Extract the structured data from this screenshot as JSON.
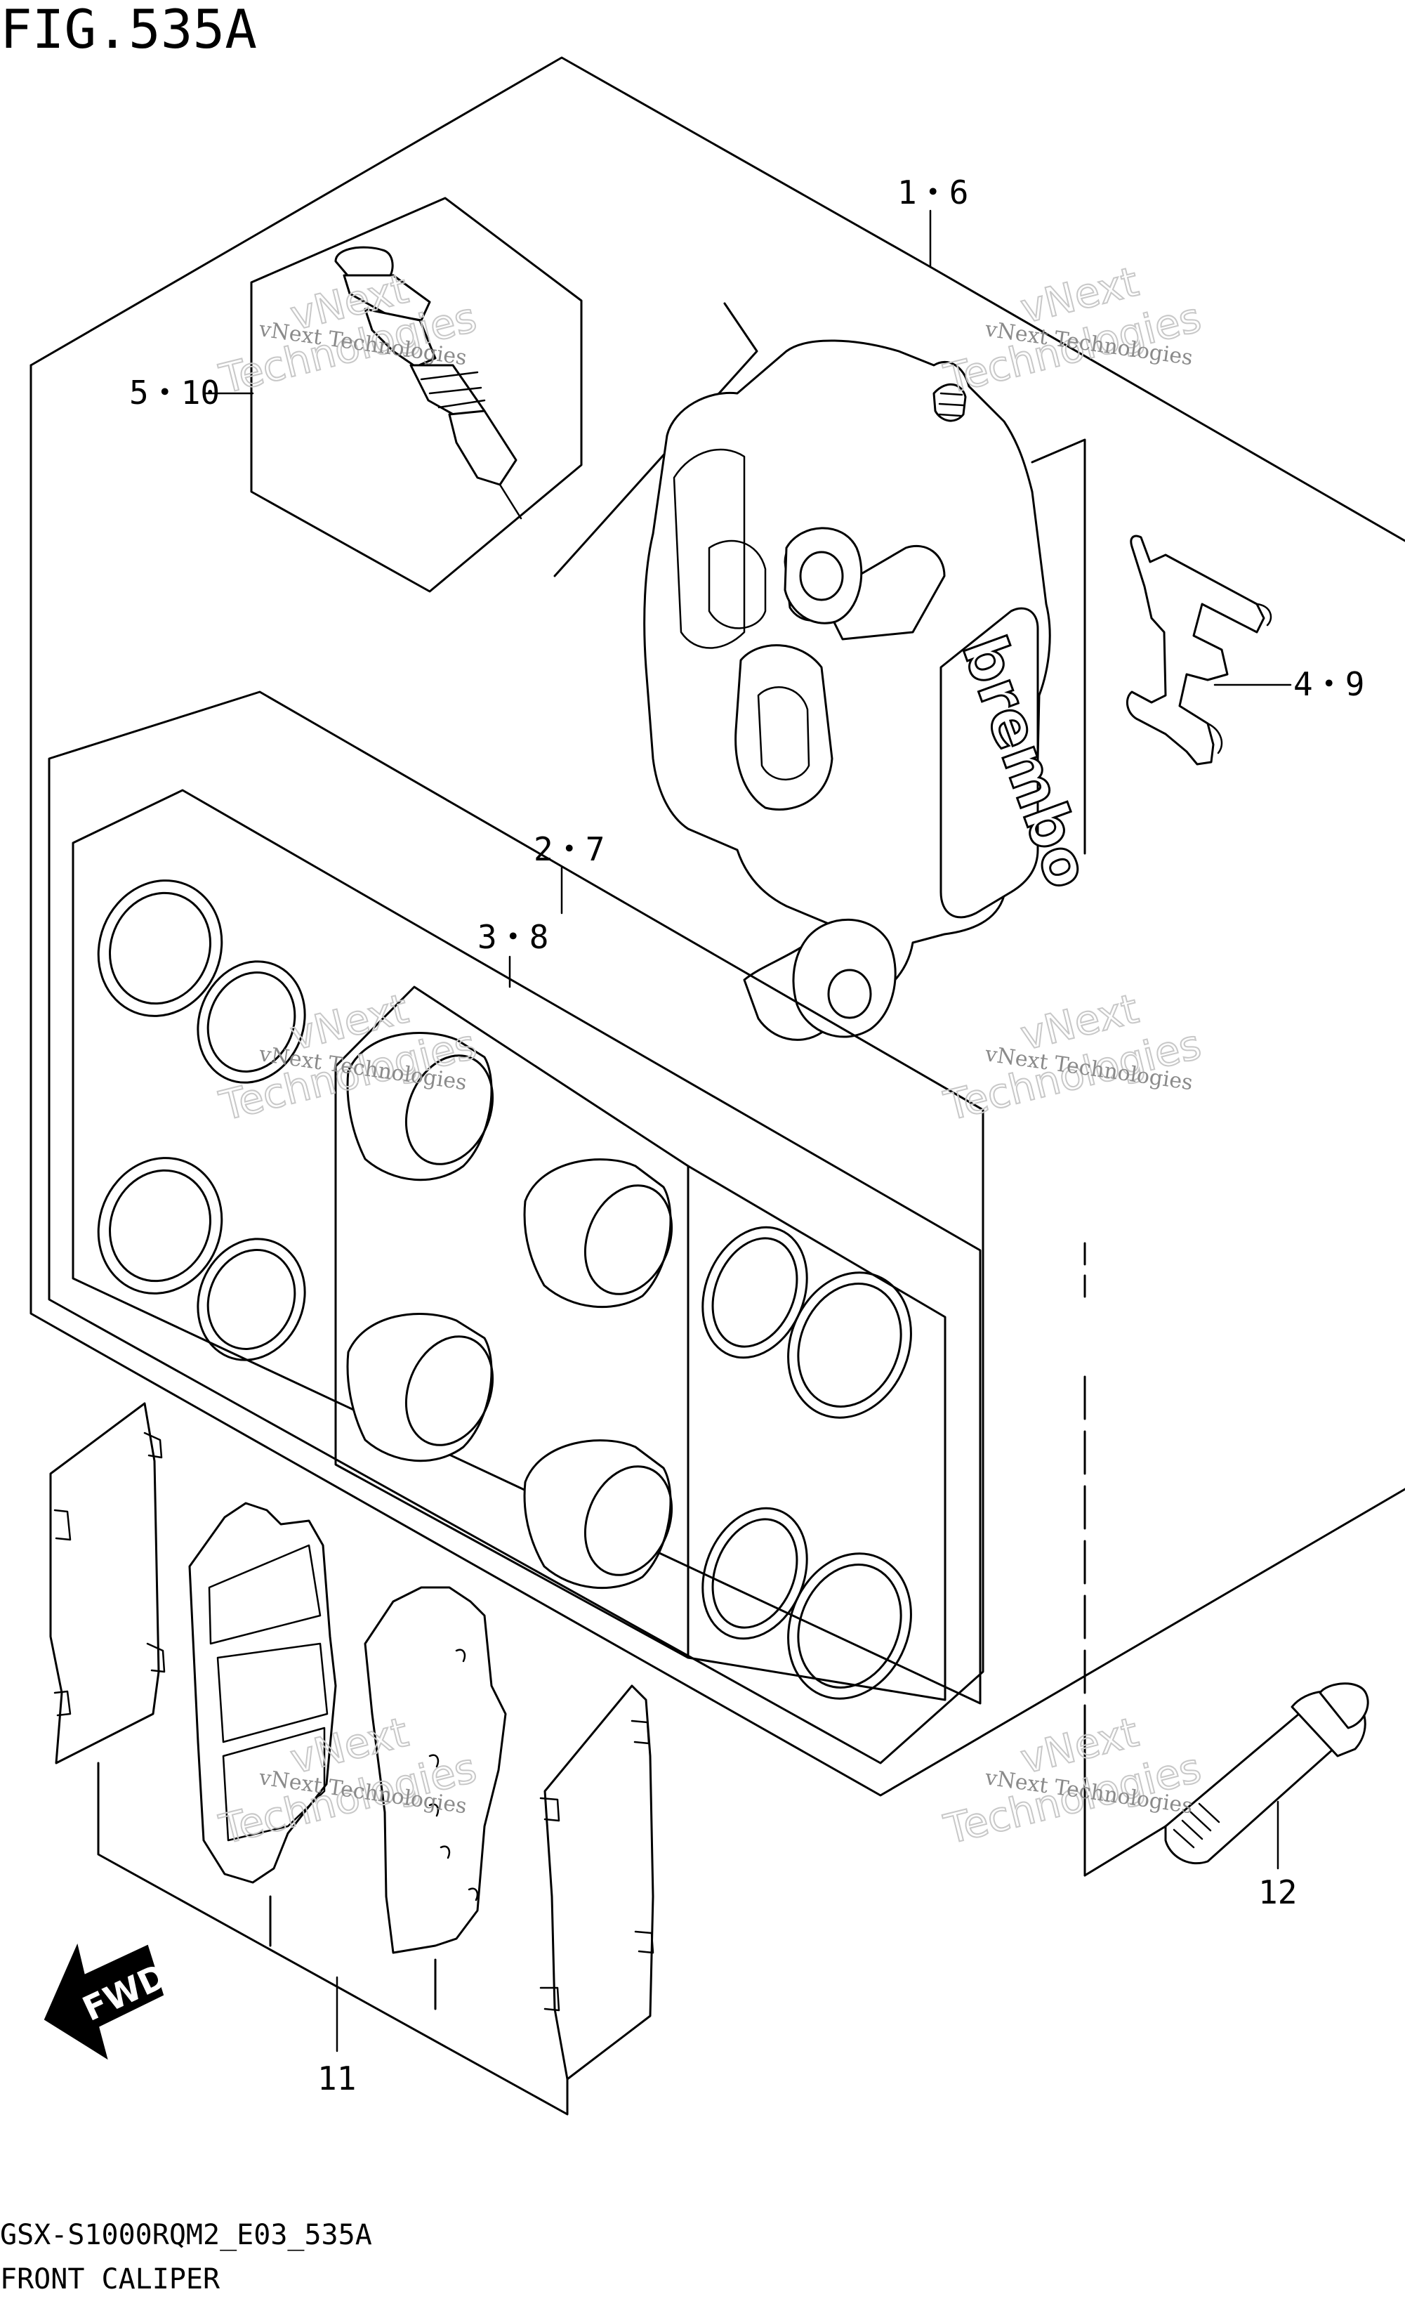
{
  "figure_title": "FIG.535A",
  "diagram_code": "GSX-S1000RQM2_E03_535A",
  "diagram_name": "FRONT CALIPER",
  "callouts": {
    "caliper_assembly": "1・6",
    "bleeder_valve": "5・10",
    "pad_spring": "4・9",
    "seal_set": "2・7",
    "piston_set": "3・8",
    "pad_set": "11",
    "mounting_bolt": "12"
  },
  "brand_mark": "brembo",
  "direction_marker": "FWD",
  "watermark": {
    "small": "vNext Technologies",
    "big": "Technologies",
    "word": "vNext"
  },
  "colors": {
    "ink": "#000000",
    "paper": "#ffffff",
    "watermark": "#c8c8c8"
  }
}
